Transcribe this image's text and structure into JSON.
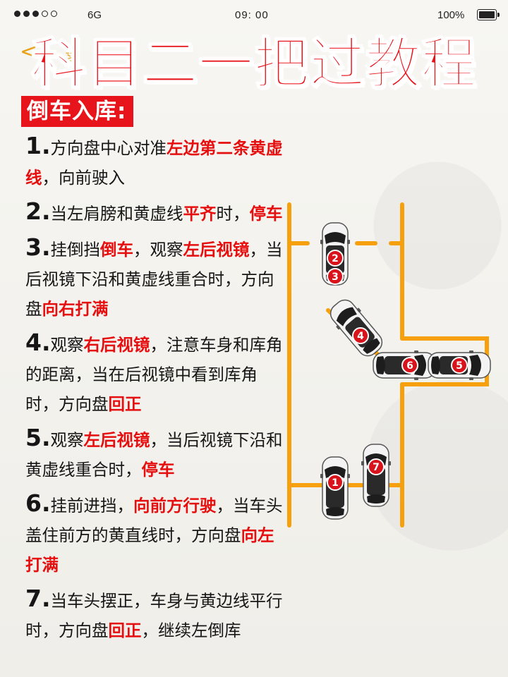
{
  "status_bar": {
    "network": "6G",
    "time": "09: 00",
    "battery": "100%"
  },
  "nav": {
    "back_label": "录"
  },
  "title": "科目二一把过教程",
  "section_label": "倒车入库:",
  "steps": [
    {
      "num": "1.",
      "parts": [
        [
          "方向盘中心对准",
          false
        ],
        [
          "左边第二条黄虚线",
          true
        ],
        [
          "，向前驶入",
          false
        ]
      ]
    },
    {
      "num": "2.",
      "parts": [
        [
          "当左肩膀和黄虚线",
          false
        ],
        [
          "平齐",
          true
        ],
        [
          "时，",
          false
        ],
        [
          "停车",
          true
        ]
      ]
    },
    {
      "num": "3.",
      "parts": [
        [
          "挂倒挡",
          false
        ],
        [
          "倒车",
          true
        ],
        [
          "，观察",
          false
        ],
        [
          "左后视镜",
          true
        ],
        [
          "，当后视镜下沿和黄虚线重合时，方向盘",
          false
        ],
        [
          "向右打满",
          true
        ]
      ]
    },
    {
      "num": "4.",
      "parts": [
        [
          "观察",
          false
        ],
        [
          "右后视镜",
          true
        ],
        [
          "，注意车身和库角的距离，当在后视镜中看到库角时，方向盘",
          false
        ],
        [
          "回正",
          true
        ]
      ]
    },
    {
      "num": "5.",
      "parts": [
        [
          "观察",
          false
        ],
        [
          "左后视镜",
          true
        ],
        [
          "，当后视镜下沿和黄虚线重合时，",
          false
        ],
        [
          "停车",
          true
        ]
      ]
    },
    {
      "num": "6.",
      "parts": [
        [
          "挂前进挡，",
          false
        ],
        [
          "向前方行驶",
          true
        ],
        [
          "，当车头盖住前方的黄直线时，方向盘",
          false
        ],
        [
          "向左打满",
          true
        ]
      ]
    },
    {
      "num": "7.",
      "parts": [
        [
          "当车头摆正，车身与黄边线平行时，方向盘",
          false
        ],
        [
          "回正",
          true
        ],
        [
          "，继续左倒库",
          false
        ]
      ]
    }
  ],
  "diagram": {
    "line_color": "#f5a00c",
    "badge_color": "#d8131b",
    "car_labels": [
      "1",
      "2",
      "3",
      "4",
      "5",
      "6",
      "7"
    ]
  }
}
